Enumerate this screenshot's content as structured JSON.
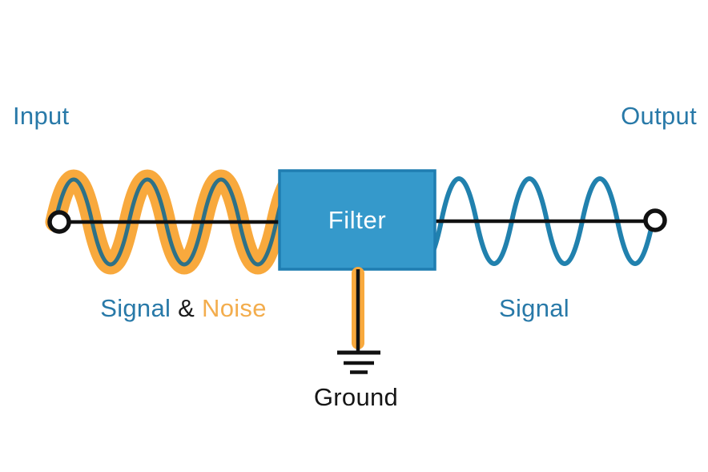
{
  "diagram": {
    "input_label": "Input",
    "output_label": "Output",
    "filter_label": "Filter",
    "left_wave_caption": {
      "signal": "Signal",
      "joiner": " & ",
      "noise": "Noise"
    },
    "right_wave_caption": "Signal",
    "ground_label": "Ground"
  },
  "colors": {
    "label_blue": "#2879A8",
    "wave_blue": "#2181AE",
    "wave_teal": "#2E7187",
    "noise_orange": "#F8A93D",
    "noise_text_orange": "#F3AD4D",
    "filter_fill": "#3599CB",
    "filter_border": "#1F7DB1",
    "ink": "#111111",
    "terminal_fill": "#FFFFFF"
  }
}
